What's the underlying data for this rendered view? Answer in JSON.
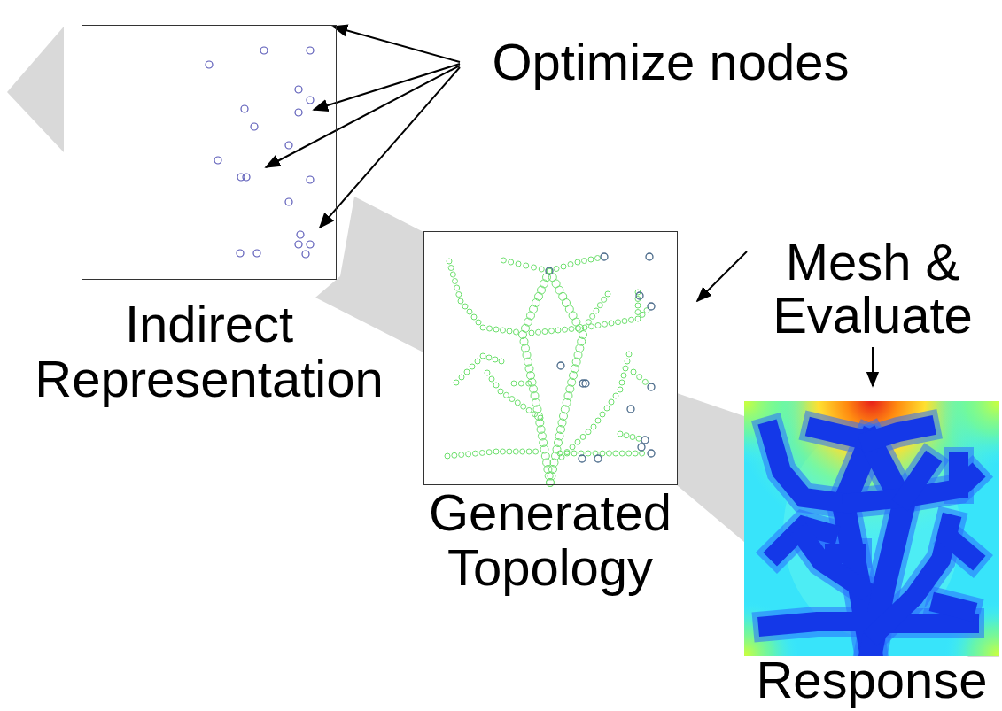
{
  "diagram": {
    "nodes": [
      {
        "text": [
          "Indirect Representation"
        ]
      },
      {
        "text": [
          "Generated Topology"
        ]
      },
      {
        "text": [
          "Response"
        ]
      }
    ],
    "labels": [
      "Optimize nodes",
      "Mesh & Evaluate"
    ]
  }
}
